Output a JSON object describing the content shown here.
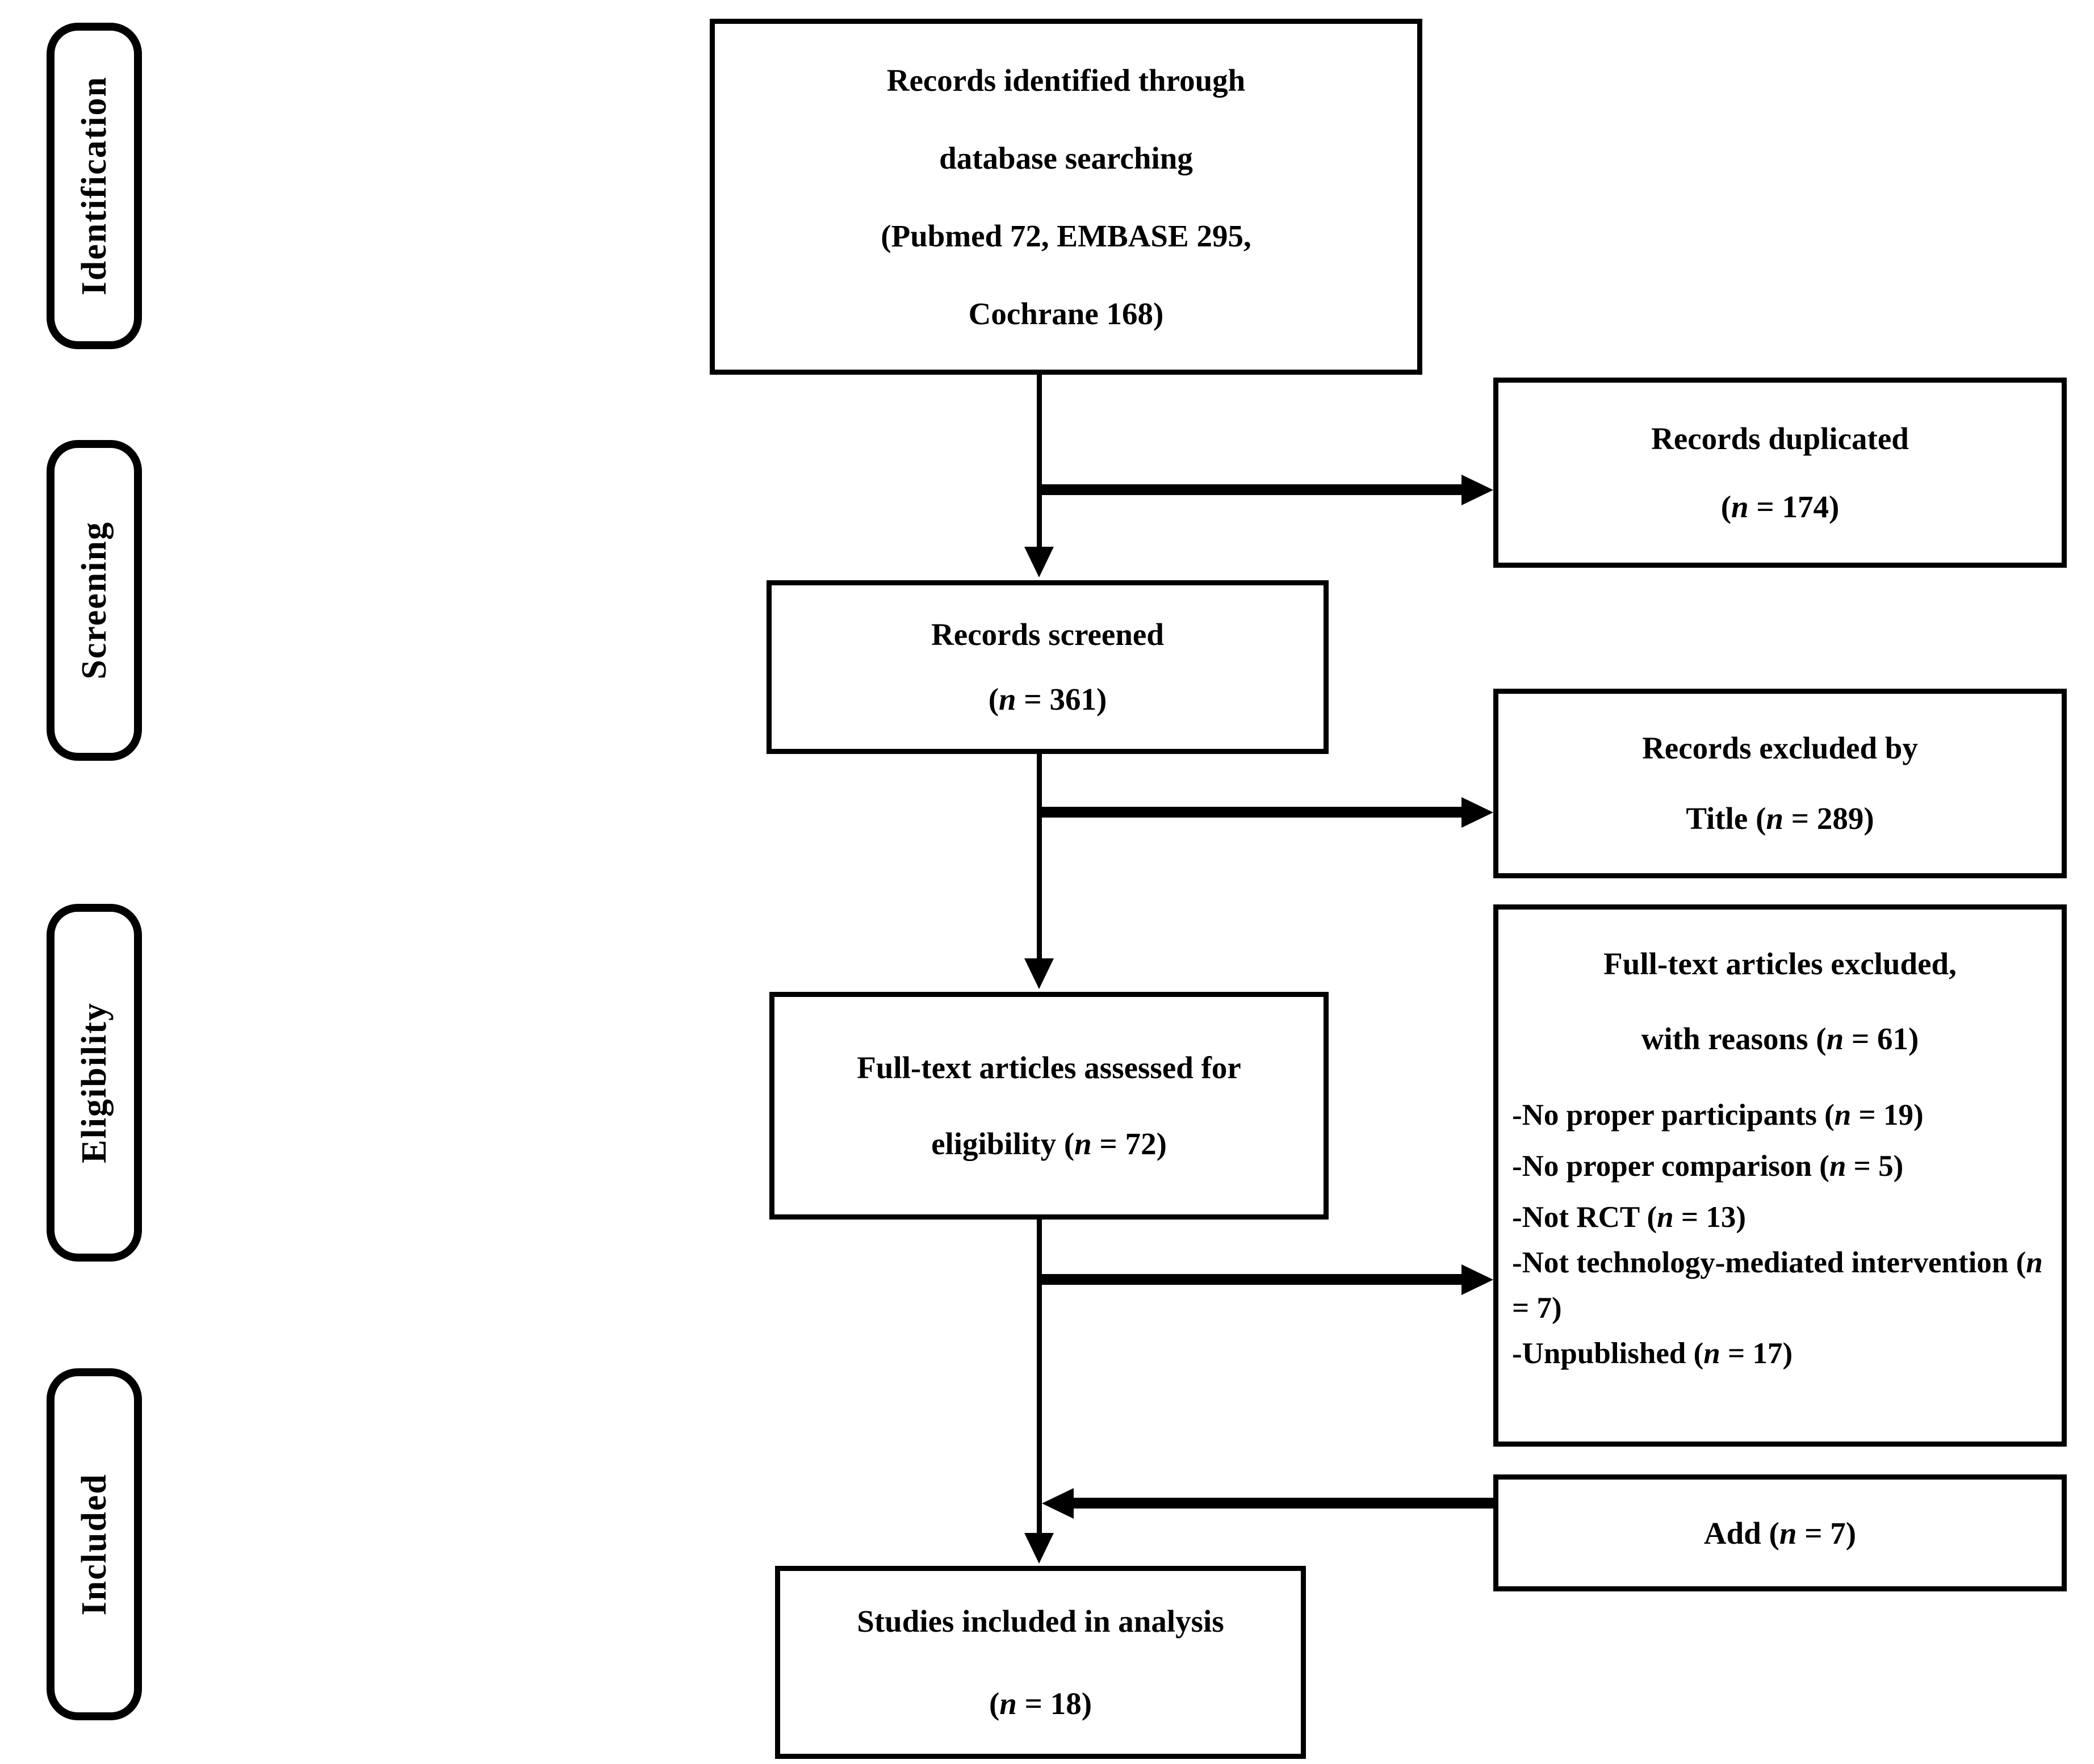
{
  "diagram": {
    "colors": {
      "ink": "#000000",
      "paper": "#ffffff"
    },
    "sidebar": [
      {
        "label": "Identification"
      },
      {
        "label": "Screening"
      },
      {
        "label": "Eligibility"
      },
      {
        "label": "Included"
      }
    ],
    "boxes": {
      "records_identified": {
        "lines": [
          {
            "pre": "Records identified through"
          },
          {
            "pre": "database searching"
          },
          {
            "pre": "(Pubmed 72, EMBASE 295,"
          },
          {
            "pre": "Cochrane 168)"
          }
        ]
      },
      "records_duplicated": {
        "lines": [
          {
            "pre": "Records duplicated"
          },
          {
            "pre": "(",
            "n": "n",
            "post": " = 174)"
          }
        ]
      },
      "records_screened": {
        "lines": [
          {
            "pre": "Records screened"
          },
          {
            "pre": "(",
            "n": "n",
            "post": " = 361)"
          }
        ]
      },
      "records_excluded_by_title": {
        "lines": [
          {
            "pre": "Records excluded by"
          },
          {
            "pre": "Title (",
            "n": "n",
            "post": " = 289)"
          }
        ]
      },
      "fulltext_assessed": {
        "lines": [
          {
            "pre": "Full-text articles assessed for"
          },
          {
            "pre": "eligibility (",
            "n": "n",
            "post": " = 72)"
          }
        ]
      },
      "fulltext_excluded": {
        "title_lines": [
          {
            "pre": "Full-text articles excluded,"
          },
          {
            "pre": "with reasons (",
            "n": "n",
            "post": " = 61)"
          }
        ],
        "reasons": [
          {
            "pre": "-No proper participants (",
            "n": "n",
            "post": " = 19)"
          },
          {
            "pre": "-No proper comparison (",
            "n": "n",
            "post": " = 5)"
          },
          {
            "pre": "-Not RCT (",
            "n": "n",
            "post": " = 13)"
          },
          {
            "pre": "-Not technology-mediated intervention (",
            "n": "n",
            "post": " = 7)"
          },
          {
            "pre": "-Unpublished (",
            "n": "n",
            "post": " = 17)"
          }
        ]
      },
      "add": {
        "lines": [
          {
            "pre": "Add (",
            "n": "n",
            "post": " = 7)"
          }
        ]
      },
      "studies_included": {
        "lines": [
          {
            "pre": "Studies included in analysis"
          },
          {
            "pre": "(",
            "n": "n",
            "post": " = 18)"
          }
        ]
      }
    }
  }
}
